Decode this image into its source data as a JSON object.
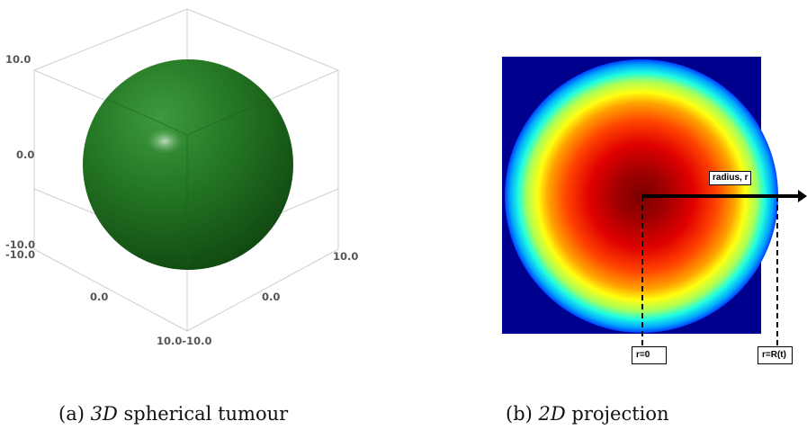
{
  "panel_a": {
    "caption_prefix": "(a) ",
    "caption_dim": "3D",
    "caption_text": " spherical tumour",
    "ticks": {
      "z_top": "10.0",
      "z_mid": "0.0",
      "z_bottom": "-10.0",
      "y_left_top": "-10.0",
      "y_left_mid": "0.0",
      "corner": "10.0-10.0",
      "x_right_mid": "0.0",
      "x_right_top": "10.0"
    },
    "sphere_color": "#1f6d1f",
    "box_edge_color": "#cccccc"
  },
  "panel_b": {
    "caption_prefix": "(b) ",
    "caption_dim": "2D",
    "caption_text": " projection",
    "labels": {
      "radius": "radius, r",
      "r_zero": "r=0",
      "r_boundary": "r=R(t)"
    },
    "background_color": "#00008f"
  }
}
